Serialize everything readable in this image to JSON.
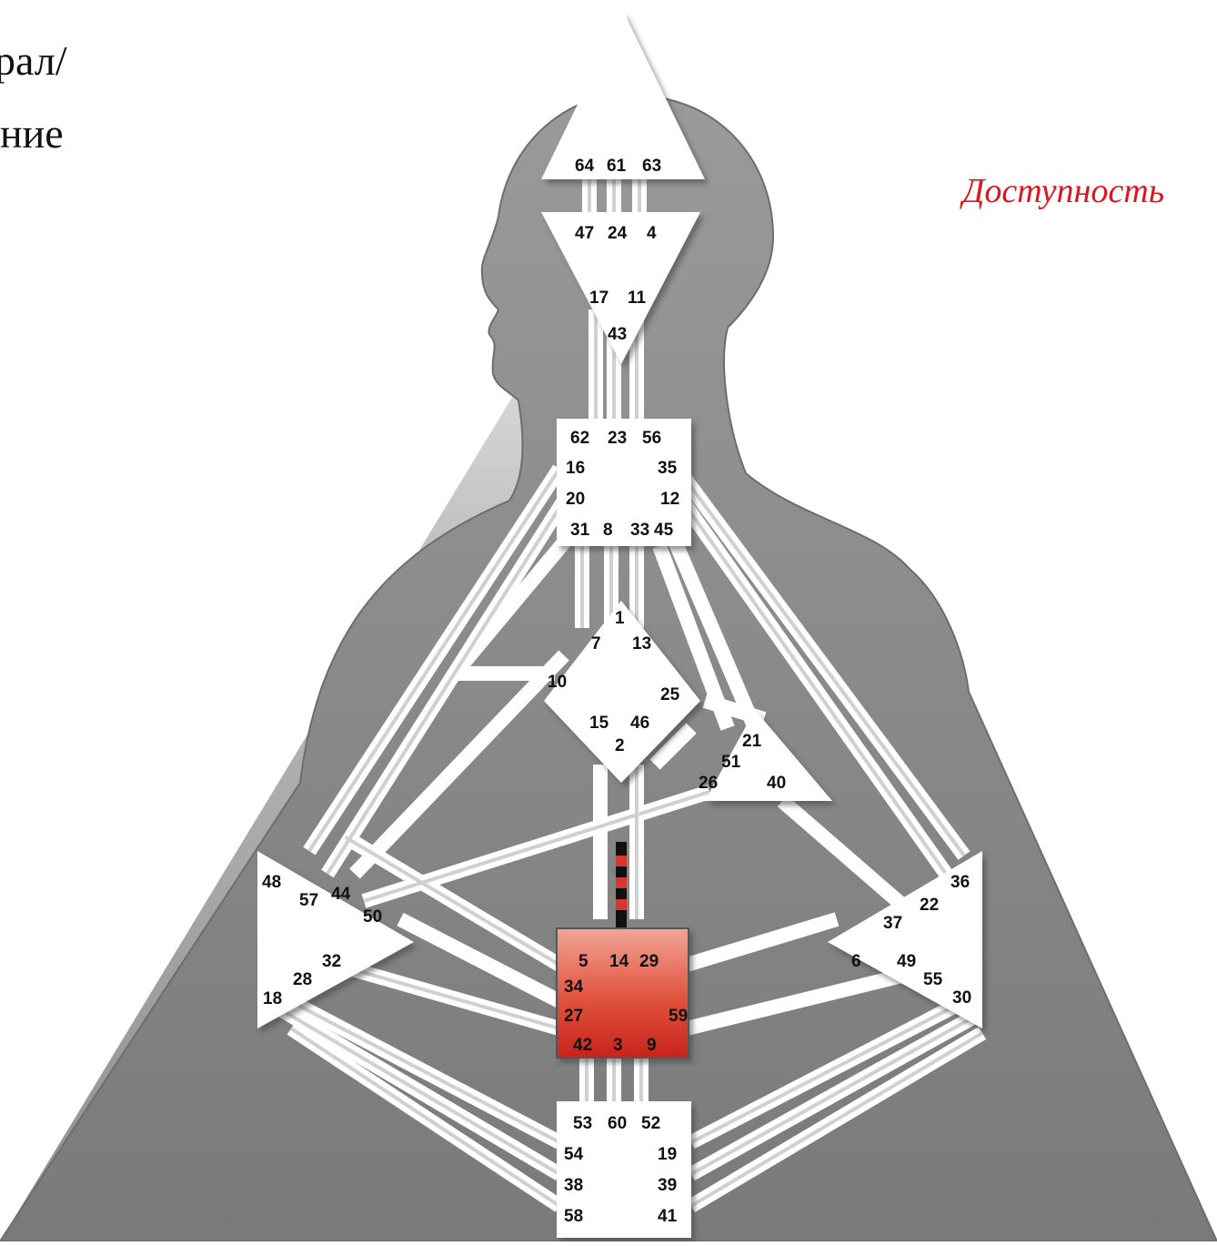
{
  "text": {
    "partial_line1": "рал/",
    "partial_line2": "ние",
    "availability": "Доступность"
  },
  "colors": {
    "background_triangle": "#9a9a9a",
    "silhouette": "#888888",
    "center_fill": "#ffffff",
    "defined_center": "#d8372d",
    "accent_text": "#e0141c"
  },
  "defined": {
    "center": "sacral",
    "channel_gate": "2-14",
    "activation_pattern": "black-red striped"
  },
  "gates": {
    "head": [
      "64",
      "61",
      "63"
    ],
    "ajna": [
      "47",
      "24",
      "4",
      "17",
      "11",
      "43"
    ],
    "throat": [
      "62",
      "23",
      "56",
      "16",
      "35",
      "20",
      "12",
      "31",
      "8",
      "33",
      "45"
    ],
    "g_center": [
      "1",
      "7",
      "13",
      "10",
      "25",
      "15",
      "46",
      "2"
    ],
    "ego": [
      "21",
      "51",
      "26",
      "40"
    ],
    "spleen": [
      "48",
      "57",
      "44",
      "50",
      "32",
      "28",
      "18"
    ],
    "solar_plexus": [
      "36",
      "22",
      "37",
      "6",
      "49",
      "55",
      "30"
    ],
    "sacral": [
      "5",
      "14",
      "29",
      "34",
      "27",
      "59",
      "42",
      "3",
      "9"
    ],
    "root": [
      "53",
      "60",
      "52",
      "54",
      "19",
      "38",
      "39",
      "58",
      "41"
    ]
  }
}
